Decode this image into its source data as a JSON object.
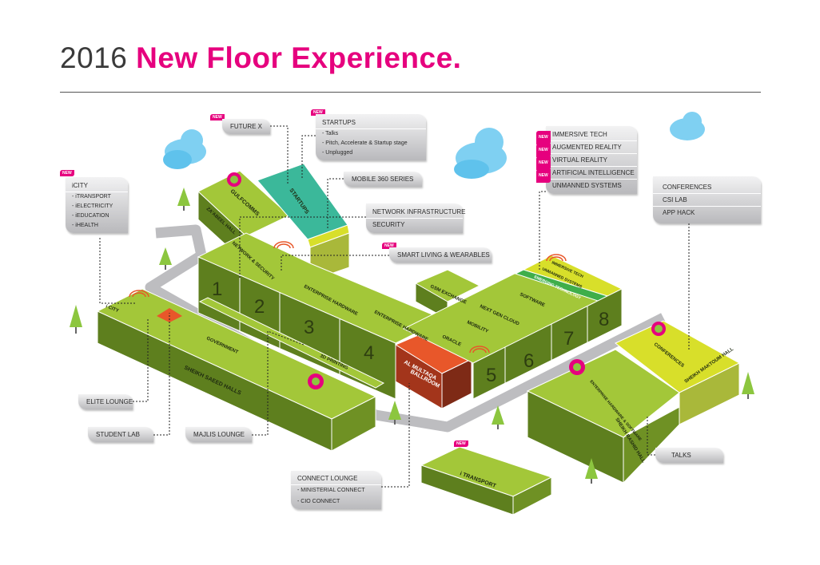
{
  "title": {
    "year": "2016",
    "headline": "New Floor Experience."
  },
  "badge_new": "NEW",
  "colors": {
    "accent": "#e6007e",
    "green_top": "#a3c739",
    "green_side": "#5e7f1e",
    "teal": "#3bb89a",
    "yellow": "#d8df2a",
    "ballroom_top": "#e8572a",
    "ballroom_side": "#a3351b",
    "road": "#bdbdc0",
    "cloud": "#7fd0f2"
  },
  "callouts": {
    "future_x": "FUTURE X",
    "startups": {
      "title": "STARTUPS",
      "items": [
        "- Talks",
        "- Pitch, Accelerate & Startup stage",
        "- Unplugged"
      ]
    },
    "mobile360": "MOBILE 360 SERIES",
    "network": {
      "items": [
        "NETWORK INFRASTRUCTURE",
        "SECURITY"
      ]
    },
    "smart_living": "SMART LIVING & WEARABLES",
    "icity": {
      "title": "iCITY",
      "items": [
        "- iTRANSPORT",
        "- iELECTRICITY",
        "- iEDUCATION",
        "- iHEALTH"
      ]
    },
    "immersive": {
      "items": [
        "IMMERSIVE TECH",
        "AUGMENTED REALITY",
        "VIRTUAL REALITY",
        "ARTIFICIAL INTELLIGENCE",
        "UNMANNED SYSTEMS"
      ]
    },
    "conferences": {
      "items": [
        "CONFERENCES",
        "CSI LAB",
        "APP HACK"
      ]
    },
    "elite_lounge": "ELITE LOUNGE",
    "student_lab": "STUDENT LAB",
    "majlis_lounge": "MAJLIS LOUNGE",
    "connect_lounge": {
      "title": "CONNECT LOUNGE",
      "items": [
        "- MINISTERIAL CONNECT",
        "- CIO CONNECT"
      ]
    },
    "talks": "TALKS"
  },
  "map_labels": {
    "gulfcomms": "GULFCOMMS",
    "zabeel": "ZA'ABEEL HALL",
    "startups": "STARTUPS",
    "network_security": "NETWORK & SECURITY",
    "enterprise_hw_1": "ENTERPRISE HARDWARE",
    "enterprise_hw_2": "ENTERPRISE HARDWARE",
    "gsm": "GSM EXCHANGE",
    "next_gen_cloud": "NEXT GEN CLOUD",
    "software": "SOFTWARE",
    "mobility": "MOBILITY",
    "oracle": "ORACLE",
    "immersive_tech": "IMMERSIVE TECH",
    "unmanned": "UNMANNED SYSTEMS",
    "emerging": "EMERGING TECHNOLOGY",
    "ballroom": [
      "AL MULTAQA",
      "BALLROOM"
    ],
    "icity": "i CITY",
    "government": "GOVERNMENT",
    "printing": "3D PRINTING",
    "saeed": "SHEIKH SAEED HALLS",
    "ent_hw_sw": "ENTERPRISE HARDWARE & SOFTWARE",
    "rashid": "SHEIKH RASHID HALL",
    "conferences": "CONFERENCES",
    "maktoum": "SHEIKH MAKTOUM HALL",
    "itransport": "i TRANSPORT",
    "halls": [
      "1",
      "2",
      "3",
      "4",
      "5",
      "6",
      "7",
      "8"
    ]
  }
}
